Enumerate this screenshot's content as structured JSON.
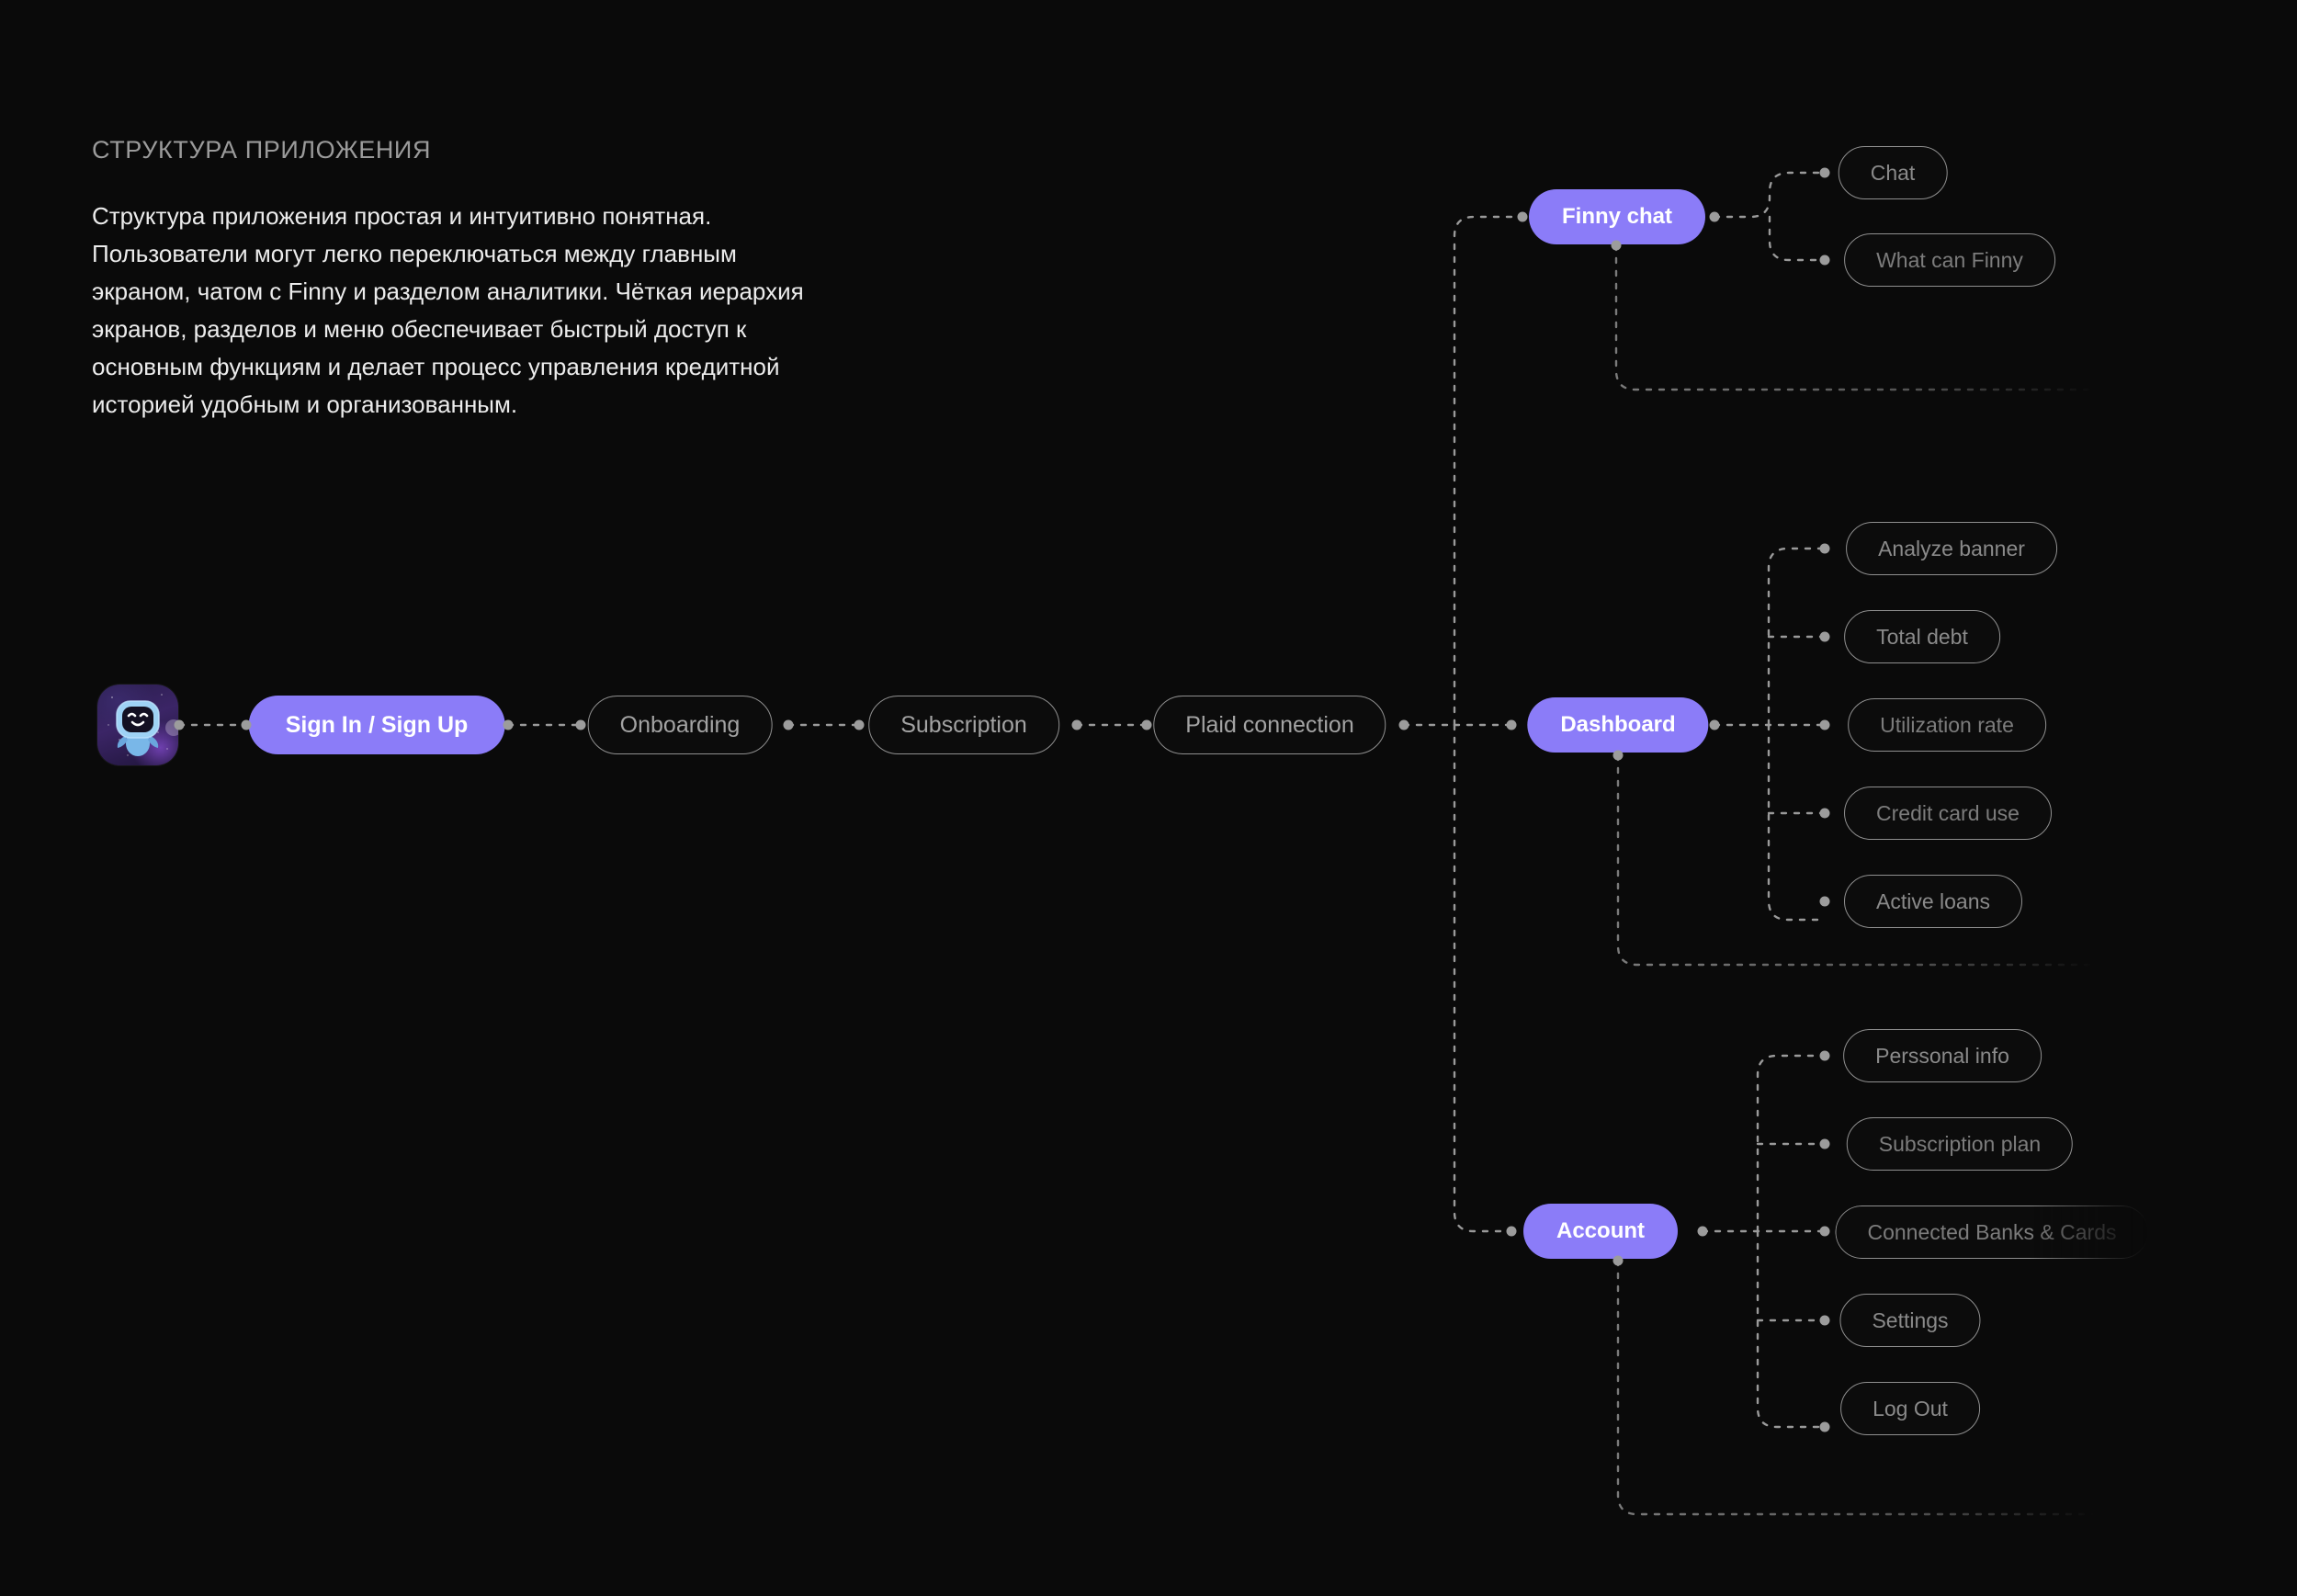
{
  "page": {
    "background": "#0a0a0a",
    "accent": "#8b7cf8",
    "line_color": "#8f8f8f"
  },
  "intro": {
    "kicker": "СТРУКТУРА ПРИЛОЖЕНИЯ",
    "body": "Структура приложения простая и интуитивно понятная. Пользователи могут легко переключаться между главным экраном, чатом с Finny и разделом аналитики. Чёткая иерархия экранов, разделов и меню обеспечивает быстрый доступ к основным функциям и делает процесс управления кредитной историей удобным и организованным."
  },
  "app_icon": {
    "name": "finny-app-icon",
    "description": "robot mascot"
  },
  "flow": {
    "nodes": [
      {
        "label": "Sign In / Sign Up",
        "style": "primary"
      },
      {
        "label": "Onboarding",
        "style": "ghost"
      },
      {
        "label": "Subscription",
        "style": "ghost"
      },
      {
        "label": "Plaid connection",
        "style": "ghost"
      }
    ]
  },
  "sections": [
    {
      "key": "finny_chat",
      "hub": "Finny chat",
      "children": [
        {
          "label": "Chat"
        },
        {
          "label": "What can Finny"
        }
      ]
    },
    {
      "key": "dashboard",
      "hub": "Dashboard",
      "children": [
        {
          "label": "Analyze banner"
        },
        {
          "label": "Total debt"
        },
        {
          "label": "Utilization rate"
        },
        {
          "label": "Credit card use"
        },
        {
          "label": "Active loans"
        }
      ]
    },
    {
      "key": "account",
      "hub": "Account",
      "children": [
        {
          "label": "Perssonal info"
        },
        {
          "label": "Subscription plan"
        },
        {
          "label": "Connected Banks & Cards"
        },
        {
          "label": "Settings"
        },
        {
          "label": "Log Out"
        }
      ]
    }
  ]
}
